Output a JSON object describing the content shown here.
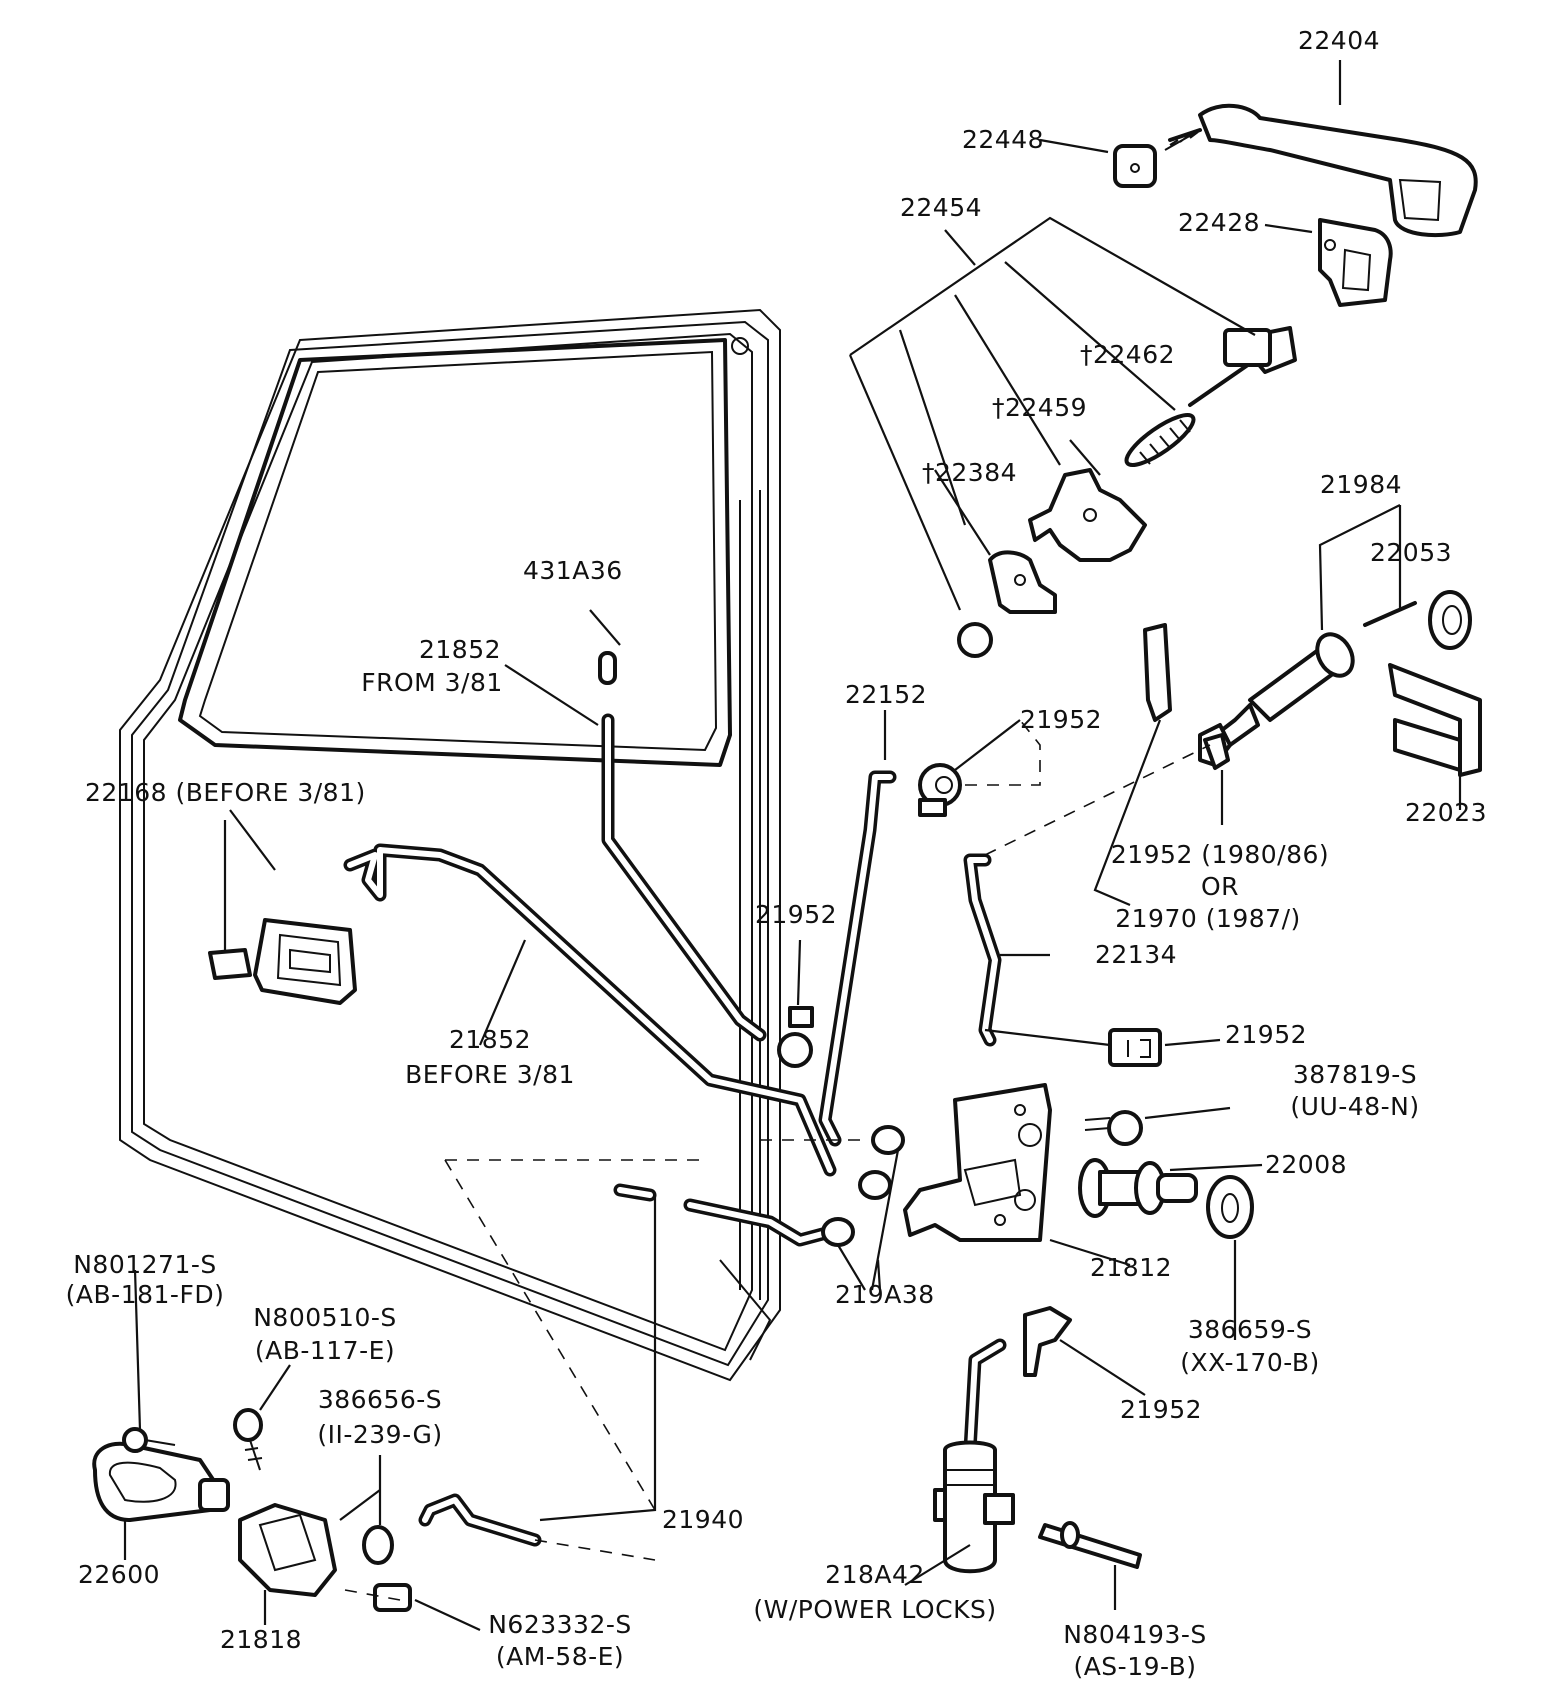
{
  "diagram": {
    "subject": "Door latch, handle and lock linkage exploded view",
    "parts": {
      "p22404": "22404",
      "p22448": "22448",
      "p22428": "22428",
      "p22454": "22454",
      "p22462": "†22462",
      "p22459": "†22459",
      "p22384": "†22384",
      "p21984": "21984",
      "p22053": "22053",
      "p22023": "22023",
      "p21952_alt": "21952 (1980/86)",
      "p21952_or": "OR",
      "p21970": "21970 (1987/)",
      "p431A36": "431A36",
      "p21852_from": "21852",
      "p21852_from_note": "FROM 3/81",
      "p22152": "22152",
      "p21952_a": "21952",
      "p22168": "22168 (BEFORE 3/81)",
      "p21952_b": "21952",
      "p22134": "22134",
      "p21852_before": "21852",
      "p21852_before_note": "BEFORE 3/81",
      "p21952_c": "21952",
      "p387819": "387819-S",
      "p387819_code": "(UU-48-N)",
      "p22008": "22008",
      "p21812": "21812",
      "p219A38": "219A38",
      "p386659": "386659-S",
      "p386659_code": "(XX-170-B)",
      "p21952_d": "21952",
      "pN801271": "N801271-S",
      "pN801271_code": "(AB-181-FD)",
      "pN800510": "N800510-S",
      "pN800510_code": "(AB-117-E)",
      "p386656": "386656-S",
      "p386656_code": "(II-239-G)",
      "p21940": "21940",
      "p22600": "22600",
      "p21818": "21818",
      "pN623332": "N623332-S",
      "pN623332_code": "(AM-58-E)",
      "p218A42": "218A42",
      "p218A42_note": "(W/POWER LOCKS)",
      "pN804193": "N804193-S",
      "pN804193_code": "(AS-19-B)"
    }
  }
}
